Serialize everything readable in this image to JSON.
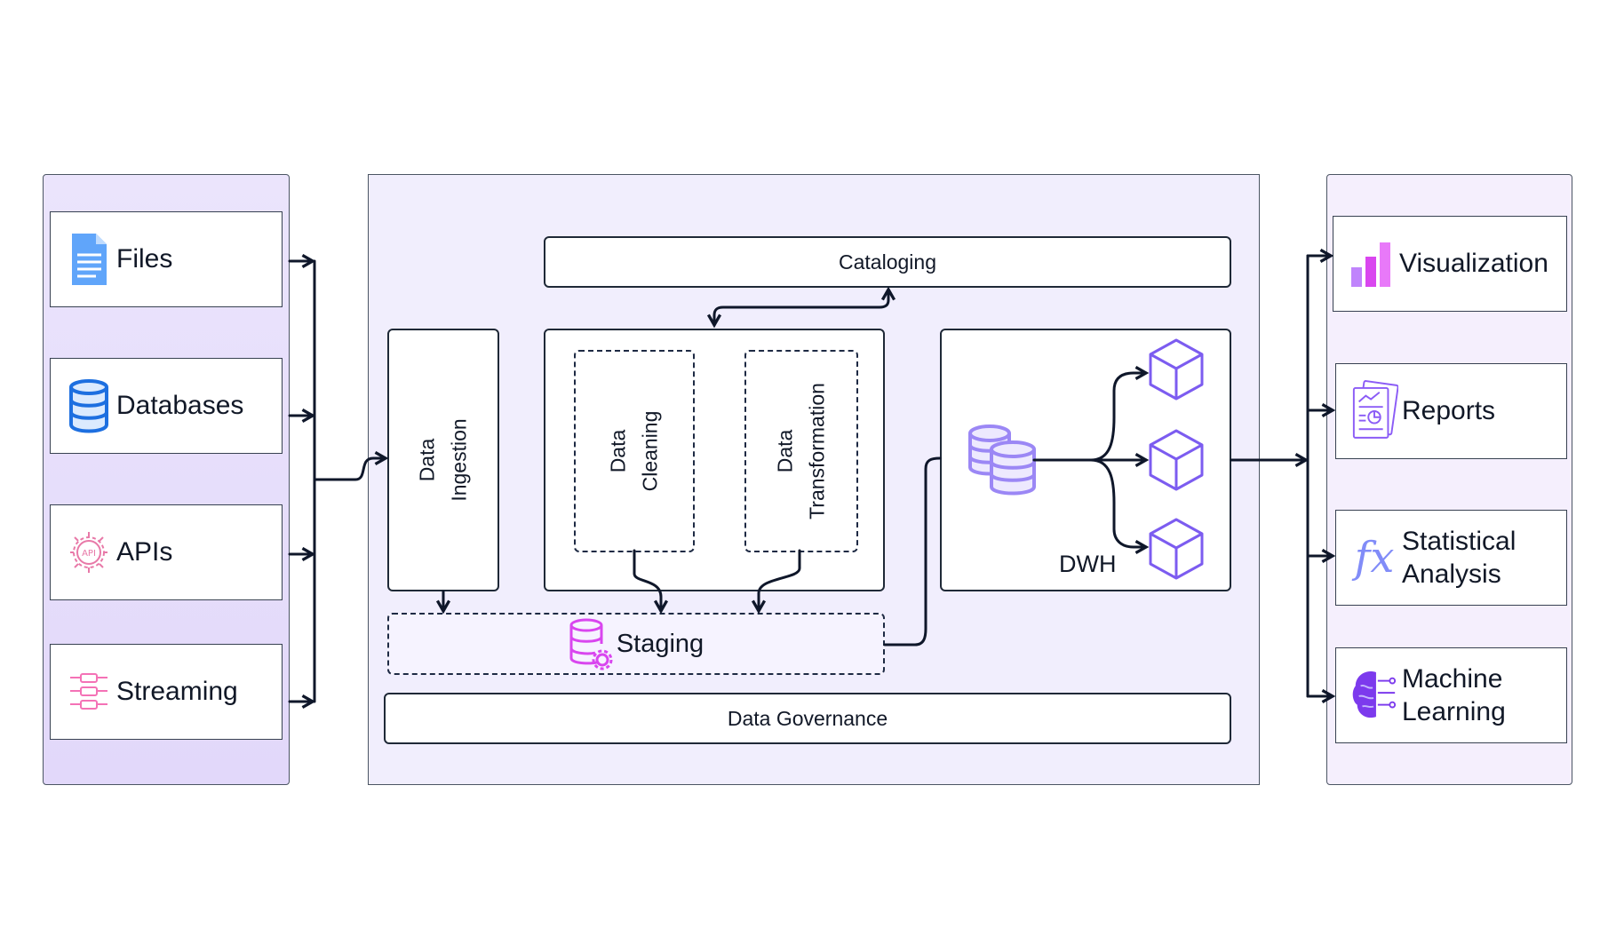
{
  "sources": [
    {
      "label": "Files",
      "icon": "file-document-icon"
    },
    {
      "label": "Databases",
      "icon": "database-icon"
    },
    {
      "label": "APIs",
      "icon": "api-icon"
    },
    {
      "label": "Streaming",
      "icon": "streaming-icon"
    }
  ],
  "platform": {
    "cataloging": "Cataloging",
    "ingestion": [
      "Data",
      "Ingestion"
    ],
    "cleaning": [
      "Data",
      "Cleaning"
    ],
    "transformation": [
      "Data",
      "Transformation"
    ],
    "staging": "Staging",
    "dwh": "DWH",
    "governance": "Data Governance"
  },
  "consumers": [
    {
      "lines": [
        "Visualization"
      ],
      "icon": "bar-chart-icon"
    },
    {
      "lines": [
        "Reports"
      ],
      "icon": "report-icon"
    },
    {
      "lines": [
        "Statistical",
        "Analysis"
      ],
      "icon": "fx-icon"
    },
    {
      "lines": [
        "Machine",
        "Learning"
      ],
      "icon": "brain-icon"
    }
  ],
  "colors": {
    "source_panel": "#e6dcfb",
    "platform_panel": "#f1eefd",
    "consumer_panel": "#f5effd",
    "line": "#0f172a",
    "accent_purple": "#9b87f5",
    "accent_pink": "#d946ef",
    "accent_blue": "#3b82f6"
  }
}
